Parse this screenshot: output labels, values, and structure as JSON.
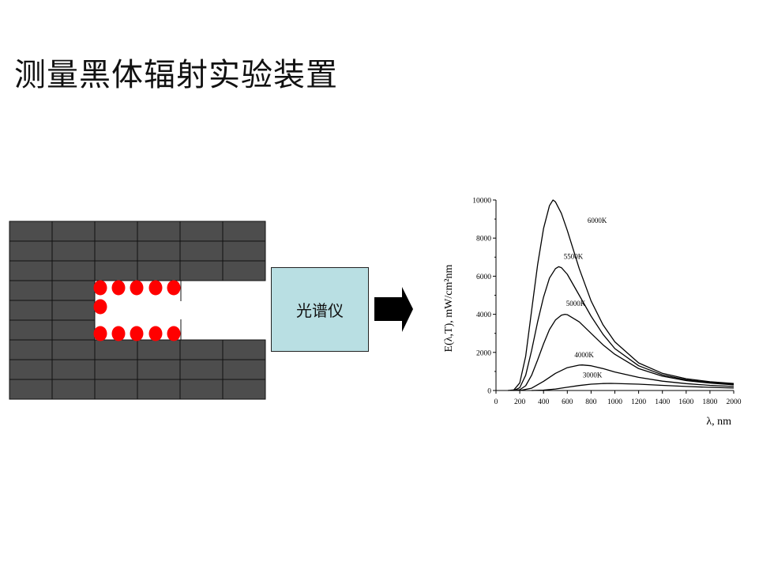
{
  "title": "测量黑体辐射实验装置",
  "spectrometer_label": "光谱仪",
  "colors": {
    "brick": "#4d4d4d",
    "brick_border": "#111111",
    "dot": "#ff0000",
    "spectrometer_fill": "#b9dfe3",
    "arrow": "#000000",
    "curve": "#000000"
  },
  "chart_data": {
    "type": "line",
    "xlabel": "λ, nm",
    "ylabel": "E(λ,T), mW/cm²nm",
    "xlim": [
      0,
      2000
    ],
    "ylim": [
      0,
      10000
    ],
    "x_ticks": [
      0,
      200,
      400,
      600,
      800,
      1000,
      1200,
      1400,
      1600,
      1800,
      2000
    ],
    "x_tick_labels": [
      "0",
      "200",
      "400",
      "600",
      "800",
      "1000",
      "1200",
      "1400",
      "1600",
      "1800",
      "2000"
    ],
    "y_ticks": [
      0,
      2000,
      4000,
      6000,
      8000,
      10000
    ],
    "y_tick_labels": [
      "0",
      "2000",
      "4000",
      "6000",
      "8000",
      "10000"
    ],
    "grid": false,
    "series": [
      {
        "name": "6000K",
        "x": [
          100,
          150,
          200,
          250,
          300,
          350,
          400,
          450,
          480,
          500,
          550,
          600,
          700,
          800,
          900,
          1000,
          1200,
          1400,
          1600,
          1800,
          2000
        ],
        "y": [
          0,
          30,
          400,
          1800,
          4200,
          6600,
          8500,
          9700,
          10000,
          9900,
          9300,
          8400,
          6400,
          4700,
          3450,
          2550,
          1450,
          900,
          620,
          460,
          370
        ]
      },
      {
        "name": "5500K",
        "x": [
          150,
          200,
          250,
          300,
          350,
          400,
          450,
          500,
          527,
          550,
          600,
          700,
          800,
          900,
          1000,
          1200,
          1400,
          1600,
          1800,
          2000
        ],
        "y": [
          0,
          150,
          800,
          2100,
          3600,
          4900,
          5900,
          6400,
          6500,
          6450,
          6100,
          5000,
          3900,
          2950,
          2200,
          1300,
          820,
          560,
          420,
          330
        ]
      },
      {
        "name": "5000K",
        "x": [
          150,
          200,
          250,
          300,
          350,
          400,
          450,
          500,
          550,
          580,
          600,
          700,
          800,
          900,
          1000,
          1200,
          1400,
          1600,
          1800,
          2000
        ],
        "y": [
          0,
          40,
          250,
          800,
          1600,
          2450,
          3200,
          3700,
          3950,
          4000,
          3980,
          3600,
          3000,
          2400,
          1900,
          1150,
          750,
          520,
          390,
          300
        ]
      },
      {
        "name": "4000K",
        "x": [
          200,
          300,
          400,
          500,
          600,
          700,
          725,
          800,
          900,
          1000,
          1200,
          1400,
          1600,
          1800,
          2000
        ],
        "y": [
          0,
          120,
          480,
          900,
          1200,
          1330,
          1340,
          1300,
          1150,
          970,
          690,
          490,
          360,
          270,
          210
        ]
      },
      {
        "name": "3000K",
        "x": [
          300,
          400,
          500,
          600,
          700,
          800,
          900,
          966,
          1000,
          1200,
          1400,
          1600,
          1800,
          2000
        ],
        "y": [
          0,
          20,
          80,
          170,
          260,
          330,
          365,
          375,
          370,
          330,
          270,
          210,
          165,
          130
        ]
      }
    ],
    "annotations": [
      {
        "text": "6000K",
        "x": 770,
        "y": 8800
      },
      {
        "text": "5500K",
        "x": 570,
        "y": 6900
      },
      {
        "text": "5000K",
        "x": 590,
        "y": 4450
      },
      {
        "text": "4000K",
        "x": 660,
        "y": 1750
      },
      {
        "text": "3000K",
        "x": 730,
        "y": 680
      }
    ]
  }
}
